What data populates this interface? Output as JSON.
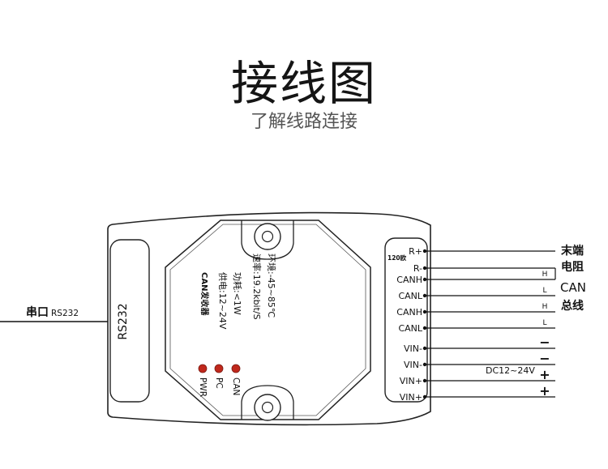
{
  "title": "接线图",
  "subtitle": "了解线路连接",
  "serial": {
    "label_cn": "串口",
    "label_en": "RS232"
  },
  "port_label": "RS232",
  "device": {
    "name": "CAN发收器",
    "power": "供电:12~24V",
    "consumption": "功耗:<1W",
    "rate": "速率:19.2kbit/S",
    "env": "环境:-45~85℃"
  },
  "leds": [
    {
      "label": "PWR",
      "color": "#c0281c"
    },
    {
      "label": "PC",
      "color": "#c0281c"
    },
    {
      "label": "CAN",
      "color": "#c0281c"
    }
  ],
  "terminals": {
    "resistor_note": "120欧",
    "pins": [
      "R+",
      "R-",
      "CANH",
      "CANL",
      "CANH",
      "CANL",
      "VIN-",
      "VIN-",
      "VIN+",
      "VIN+"
    ]
  },
  "wire_marks": [
    "H",
    "L",
    "H",
    "L",
    "−",
    "−",
    "+",
    "+"
  ],
  "right_labels": {
    "termination_1": "末端",
    "termination_2": "电阻",
    "can_1": "CAN",
    "can_2": "总线",
    "dc": "DC12~24V"
  }
}
